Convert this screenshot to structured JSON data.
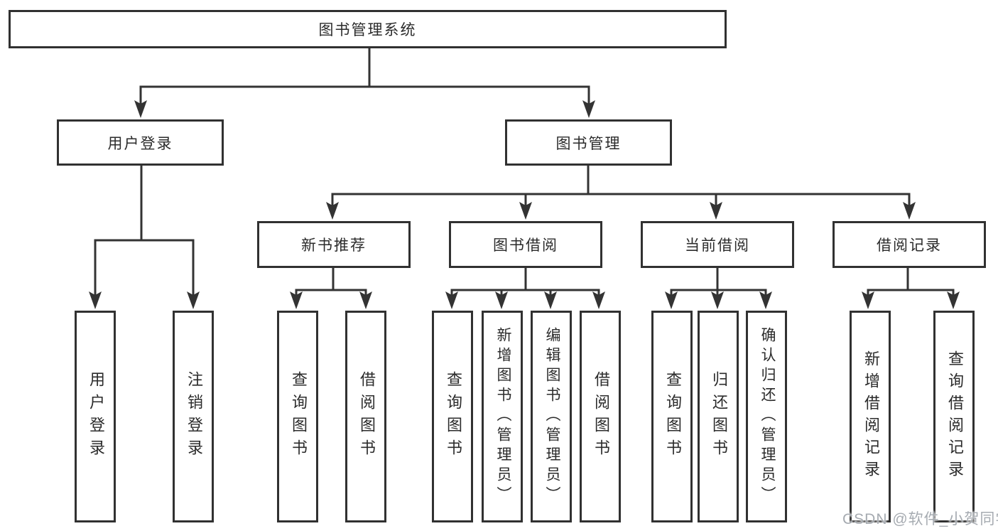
{
  "tree": {
    "label": "图书管理系统",
    "children": [
      {
        "label": "用户登录",
        "children": [
          {
            "label": "用户登录"
          },
          {
            "label": "注销登录"
          }
        ]
      },
      {
        "label": "图书管理",
        "children": [
          {
            "label": "新书推荐",
            "children": [
              {
                "label": "查询图书"
              },
              {
                "label": "借阅图书"
              }
            ]
          },
          {
            "label": "图书借阅",
            "children": [
              {
                "label": "查询图书"
              },
              {
                "label": "新增图书（管理员）"
              },
              {
                "label": "编辑图书（管理员）"
              },
              {
                "label": "借阅图书"
              }
            ]
          },
          {
            "label": "当前借阅",
            "children": [
              {
                "label": "查询图书"
              },
              {
                "label": "归还图书"
              },
              {
                "label": "确认归还（管理员）"
              }
            ]
          },
          {
            "label": "借阅记录",
            "children": [
              {
                "label": "新增借阅记录"
              },
              {
                "label": "查询借阅记录"
              }
            ]
          }
        ]
      }
    ]
  },
  "watermark": {
    "text": "CSDN @软件_小贺同学"
  },
  "colors": {
    "line": "#333333",
    "box_border": "#313131",
    "text": "#2b2b2b",
    "watermark": "#a6abb1",
    "background": "#ffffff"
  }
}
